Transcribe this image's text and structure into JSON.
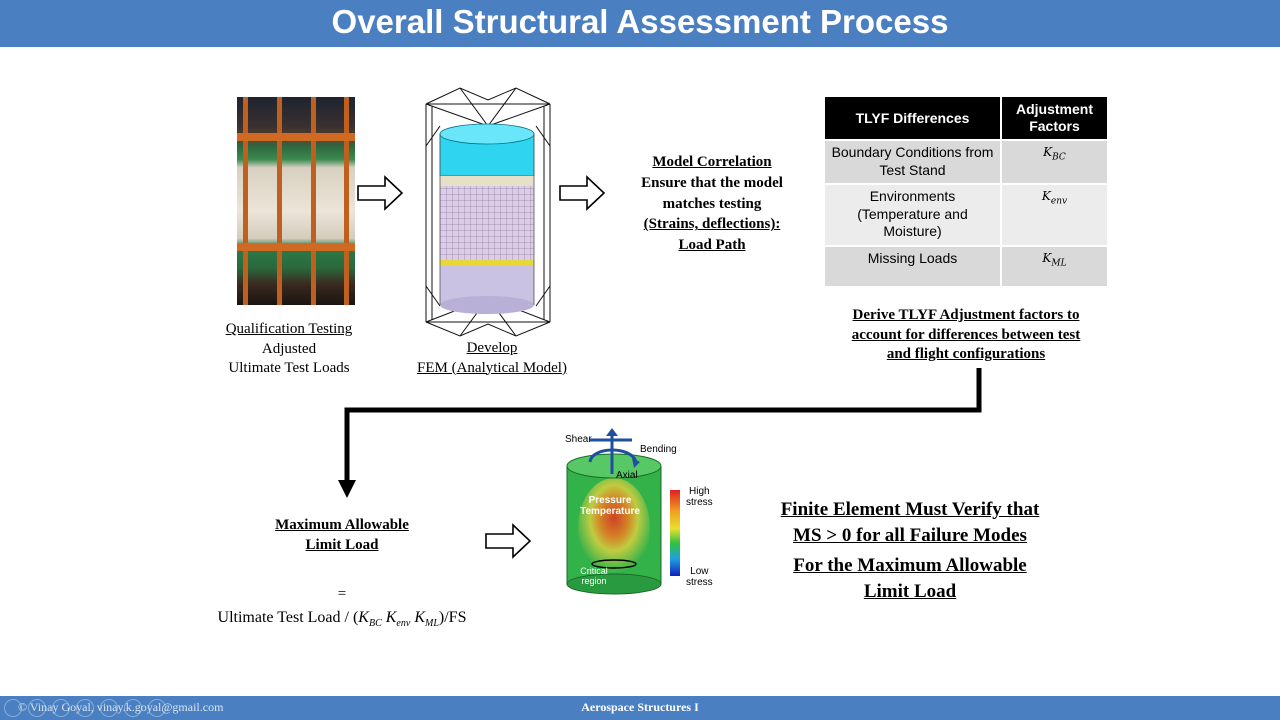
{
  "slide": {
    "title": "Overall Structural Assessment Process",
    "footer_left": "© Vinay Goyal, vinay.k.goyal@gmail.com",
    "footer_center": "Aerospace Structures I"
  },
  "qualification": {
    "line1": "Qualification Testing",
    "line2": "Adjusted",
    "line3": "Ultimate Test Loads"
  },
  "fem": {
    "line1": "Develop",
    "line2": "FEM (Analytical Model)"
  },
  "correlation": {
    "line1": "Model Correlation",
    "line2": "Ensure that the model",
    "line3": "matches testing",
    "line4": "(Strains, deflections):",
    "line5": "Load Path"
  },
  "table": {
    "headers": [
      "TLYF Differences",
      "Adjustment Factors"
    ],
    "rows": [
      {
        "diff": "Boundary Conditions from Test Stand",
        "factor": "K_BC"
      },
      {
        "diff": "Environments (Temperature and Moisture)",
        "factor": "K_env"
      },
      {
        "diff": "Missing Loads",
        "factor": "K_ML"
      }
    ]
  },
  "derive": {
    "line1": "Derive TLYF Adjustment factors to",
    "line2": "account for differences between test",
    "line3": "and flight configurations"
  },
  "max_allowable": {
    "line1": "Maximum Allowable",
    "line2": "Limit Load",
    "equals": "=",
    "formula_prefix": "Ultimate Test Load / (",
    "k_bc": "K",
    "k_bc_sub": "BC",
    "k_env": "K",
    "k_env_sub": "env",
    "k_ml": "K",
    "k_ml_sub": "ML",
    "formula_suffix": ")/FS"
  },
  "fea_figure": {
    "shear": "Shear",
    "bending": "Bending",
    "axial": "Axial",
    "pressure": "Pressure",
    "temperature": "Temperature",
    "critical": "Critical",
    "region": "region",
    "high": "High",
    "high_stress": "stress",
    "low": "Low",
    "low_stress": "stress"
  },
  "verify": {
    "line1": "Finite Element Must Verify that",
    "line2": "MS > 0 for all Failure Modes",
    "line3": "For the Maximum Allowable",
    "line4": "Limit Load"
  },
  "colors": {
    "title_bar": "#4a7fc1",
    "fem_top": "#2ed4f0",
    "fem_mesh": "#d8c8e4",
    "fea_green": "#33b24a"
  }
}
